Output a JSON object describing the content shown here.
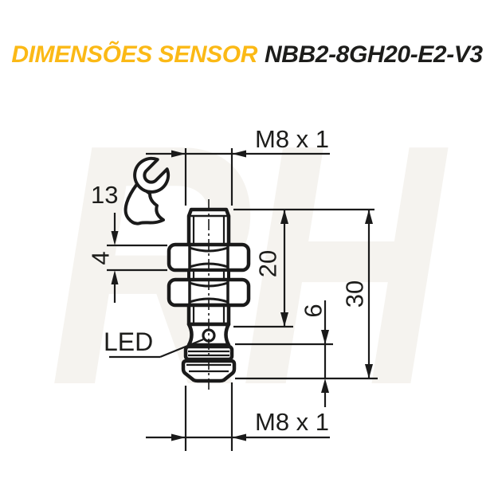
{
  "title": {
    "highlight": "DIMENSÕES SENSOR",
    "model": "NBB2-8GH20-E2-V3"
  },
  "labels": {
    "thread_top": "M8 x 1",
    "wrench_size": "13",
    "nut_height": "4",
    "thread_length": "20",
    "connector_length": "6",
    "total_length": "30",
    "led": "LED",
    "thread_bottom": "M8 x 1"
  },
  "watermark": "RH",
  "colors": {
    "accent": "#FBB916",
    "line": "#1a1a1a",
    "watermark": "#f5f3ef"
  }
}
